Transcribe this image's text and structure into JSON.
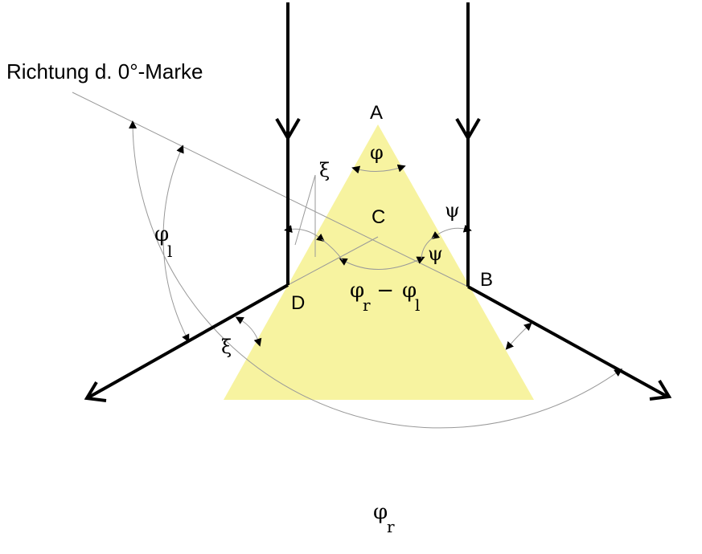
{
  "direction_label": "Richtung d. 0°-Marke",
  "points": {
    "A": "A",
    "B": "B",
    "C": "C",
    "D": "D"
  },
  "angles": {
    "prism_apex": "φ",
    "psi_outer": "ψ",
    "psi_inner": "ψ",
    "xi_upper": "ξ",
    "xi_lower": "ξ",
    "phi_l": {
      "symbol": "φ",
      "subscript": "l"
    },
    "phi_r": {
      "symbol": "φ",
      "subscript": "r"
    },
    "difference": {
      "first": "φ",
      "first_sub": "r",
      "operator": " − ",
      "second": "φ",
      "second_sub": "l"
    }
  },
  "colors": {
    "prism_fill": "#f7f3a0",
    "beam": "#000000",
    "guide": "#9a9a9a"
  }
}
